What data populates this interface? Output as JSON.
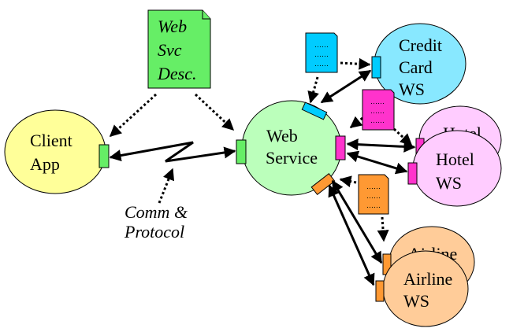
{
  "diagram": {
    "title": "Web Service architecture",
    "nodes": {
      "client": {
        "line1": "Client",
        "line2": "App",
        "fill": "#FFFF99"
      },
      "web_service": {
        "line1": "Web",
        "line2": "Service",
        "fill": "#BBFFBB"
      },
      "credit": {
        "line1": "Credit",
        "line2": "Card",
        "line3": "WS",
        "fill": "#88E8FF"
      },
      "hotel_back": {
        "line1": "Hotel",
        "fill": "#FFCCFF"
      },
      "hotel": {
        "line1": "Hotel",
        "line2": "WS",
        "fill": "#FFCCFF"
      },
      "airline_back": {
        "line1": "Airline",
        "fill": "#FFCC99"
      },
      "airline": {
        "line1": "Airline",
        "line2": "WS",
        "fill": "#FFCC99"
      }
    },
    "documents": {
      "wsdl": {
        "line1": "Web",
        "line2": "Svc",
        "line3": "Desc.",
        "fill": "#66EE66"
      },
      "credit_doc": {
        "dots": "……",
        "fill": "#00CCFF"
      },
      "hotel_doc": {
        "dots": "……",
        "fill": "#FF33CC"
      },
      "airline_doc": {
        "dots": "……",
        "fill": "#FF9933"
      }
    },
    "annotation": {
      "line1": "Comm &",
      "line2": "Protocol"
    },
    "port_colors": {
      "green": "#66EE66",
      "cyan": "#00CCFF",
      "magenta": "#FF33CC",
      "orange": "#FF9933"
    }
  }
}
